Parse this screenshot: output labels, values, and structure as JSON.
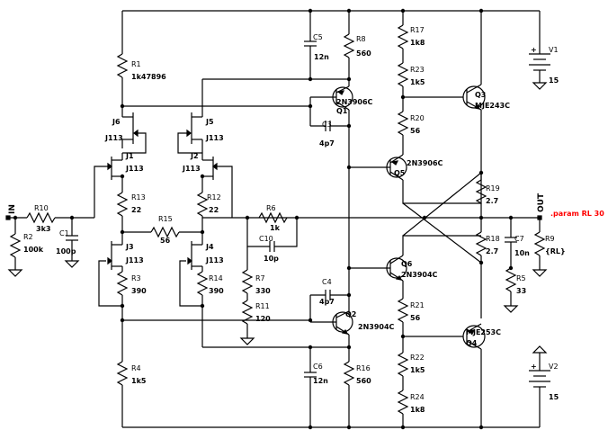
{
  "labels": {
    "r1": "R1",
    "r1v": "1k47896",
    "r2": "R2",
    "r2v": "100k",
    "r3": "R3",
    "r3v": "390",
    "r4": "R4",
    "r4v": "1k5",
    "r5": "R5",
    "r5v": "33",
    "r6": "R6",
    "r6v": "1k",
    "r7": "R7",
    "r7v": "330",
    "r8": "R8",
    "r8v": "560",
    "r9": "R9",
    "r9v": "{RL}",
    "r10": "R10",
    "r10v": "3k3",
    "r11": "R11",
    "r11v": "120",
    "r12": "R12",
    "r12v": "22",
    "r13": "R13",
    "r13v": "22",
    "r14": "R14",
    "r14v": "390",
    "r15": "R15",
    "r15v": "56",
    "r16": "R16",
    "r16v": "560",
    "r17": "R17",
    "r17v": "1k8",
    "r18": "R18",
    "r18v": "2.7",
    "r19": "R19",
    "r19v": "2.7",
    "r20": "R20",
    "r20v": "56",
    "r21": "R21",
    "r21v": "56",
    "r22": "R22",
    "r22v": "1k5",
    "r23": "R23",
    "r23v": "1k5",
    "r24": "R24",
    "r24v": "1k8",
    "c1": "C1",
    "c1v": "100p",
    "c3": "C3",
    "c3v": "4p7",
    "c4": "C4",
    "c4v": "4p7",
    "c5": "C5",
    "c5v": "12n",
    "c6": "C6",
    "c6v": "12n",
    "c7": "C7",
    "c7v": "10n",
    "c10": "C10",
    "c10v": "10p",
    "j1": "J1",
    "j1m": "J113",
    "j2": "J2",
    "j2m": "J113",
    "j3": "J3",
    "j3m": "J113",
    "j4": "J4",
    "j4m": "J113",
    "j5": "J5",
    "j5m": "J113",
    "j6": "J6",
    "j6m": "J113",
    "q1": "Q1",
    "q1m": "2N3906C",
    "q2": "Q2",
    "q2m": "2N3904C",
    "q3": "Q3",
    "q3m": "MJE243C",
    "q4": "Q4",
    "q4m": "MJE253C",
    "q5": "Q5",
    "q5m": "2N3906C",
    "q6": "Q6",
    "q6m": "2N3904C",
    "v1": "V1",
    "v1v": "15",
    "v2": "V2",
    "v2v": "15",
    "in": "IN",
    "out": "OUT",
    "param": ".param RL 30",
    "plus": "+"
  }
}
